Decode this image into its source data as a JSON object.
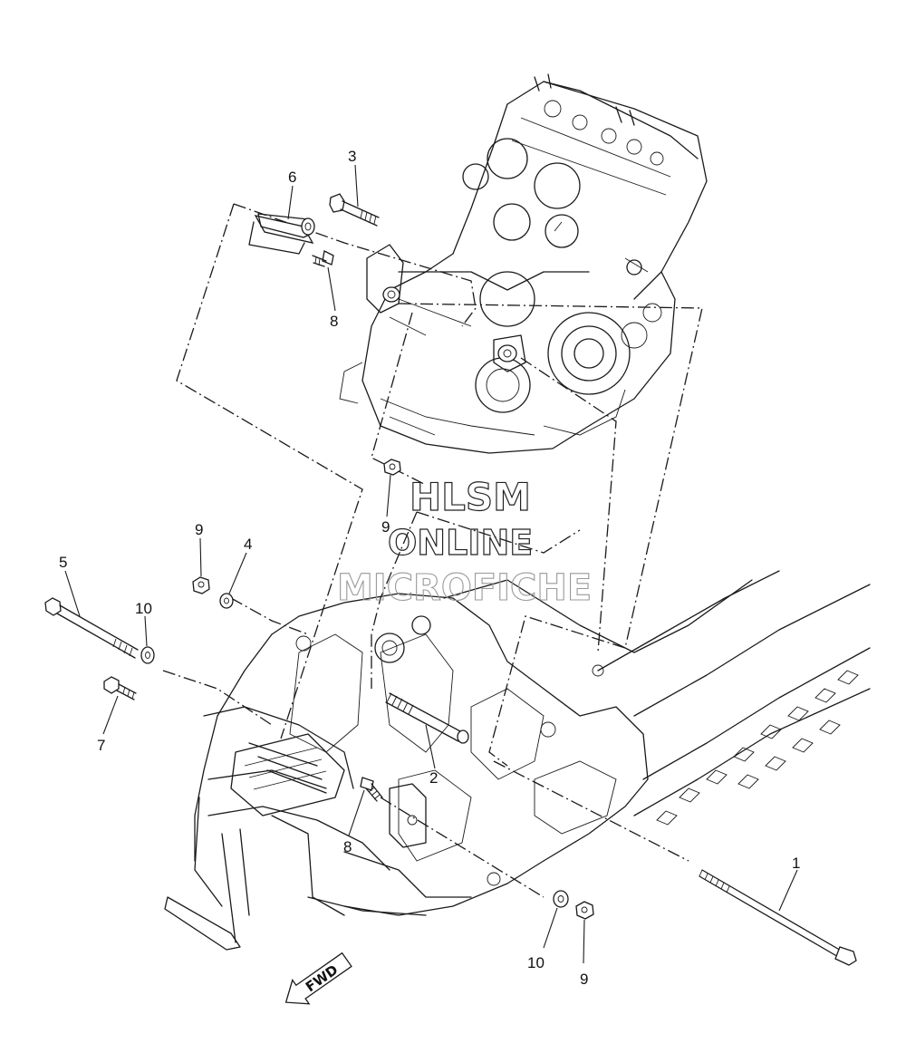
{
  "watermark": {
    "line1": "HLSM",
    "line2": "ONLINE",
    "line3": "MICROFICHE"
  },
  "direction_arrow": {
    "label": "FWD"
  },
  "callouts": [
    {
      "id": "c1",
      "label": "1"
    },
    {
      "id": "c2",
      "label": "2"
    },
    {
      "id": "c3",
      "label": "3"
    },
    {
      "id": "c4",
      "label": "4"
    },
    {
      "id": "c5",
      "label": "5"
    },
    {
      "id": "c6",
      "label": "6"
    },
    {
      "id": "c7",
      "label": "7"
    },
    {
      "id": "c8a",
      "label": "8"
    },
    {
      "id": "c8b",
      "label": "8"
    },
    {
      "id": "c9a",
      "label": "9"
    },
    {
      "id": "c9b",
      "label": "9"
    },
    {
      "id": "c9c",
      "label": "9"
    },
    {
      "id": "c10a",
      "label": "10"
    },
    {
      "id": "c10b",
      "label": "10"
    }
  ]
}
